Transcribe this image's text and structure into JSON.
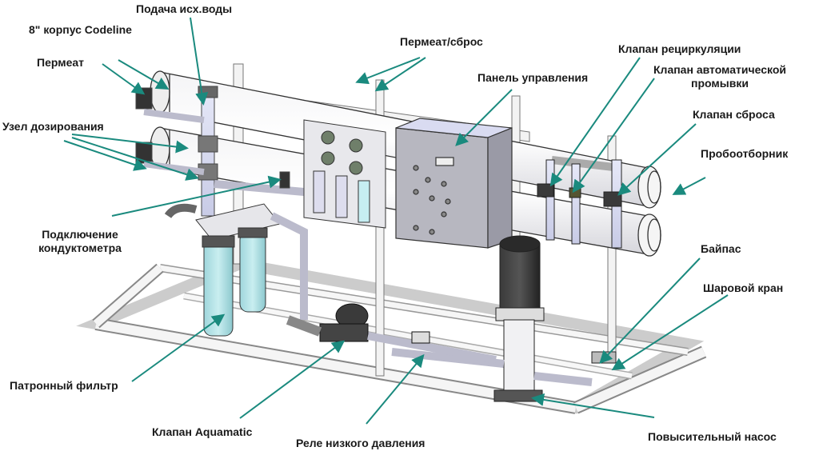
{
  "diagram": {
    "title": "Reverse osmosis unit components",
    "arrow_color": "#1a8a7e",
    "labels": {
      "feed_water": "Подача исх.воды",
      "housing": "8\" корпус Codeline",
      "permeate": "Пермеат",
      "dosing_unit": "Узел дозирования",
      "conductivity_line1": "Подключение",
      "conductivity_line2": "кондуктометра",
      "cartridge_filter": "Патронный фильтр",
      "aquamatic_valve": "Клапан Aquamatic",
      "low_pressure_relay": "Реле низкого давления",
      "booster_pump": "Повысительный насос",
      "permeate_drain": "Пермеат/сброс",
      "control_panel": "Панель управления",
      "recirculation_valve": "Клапан рециркуляции",
      "auto_flush_line1": "Клапан автоматической",
      "auto_flush_line2": "промывки",
      "drain_valve": "Клапан сброса",
      "sampler": "Пробоотборник",
      "bypass": "Байпас",
      "ball_valve": "Шаровой кран"
    }
  }
}
